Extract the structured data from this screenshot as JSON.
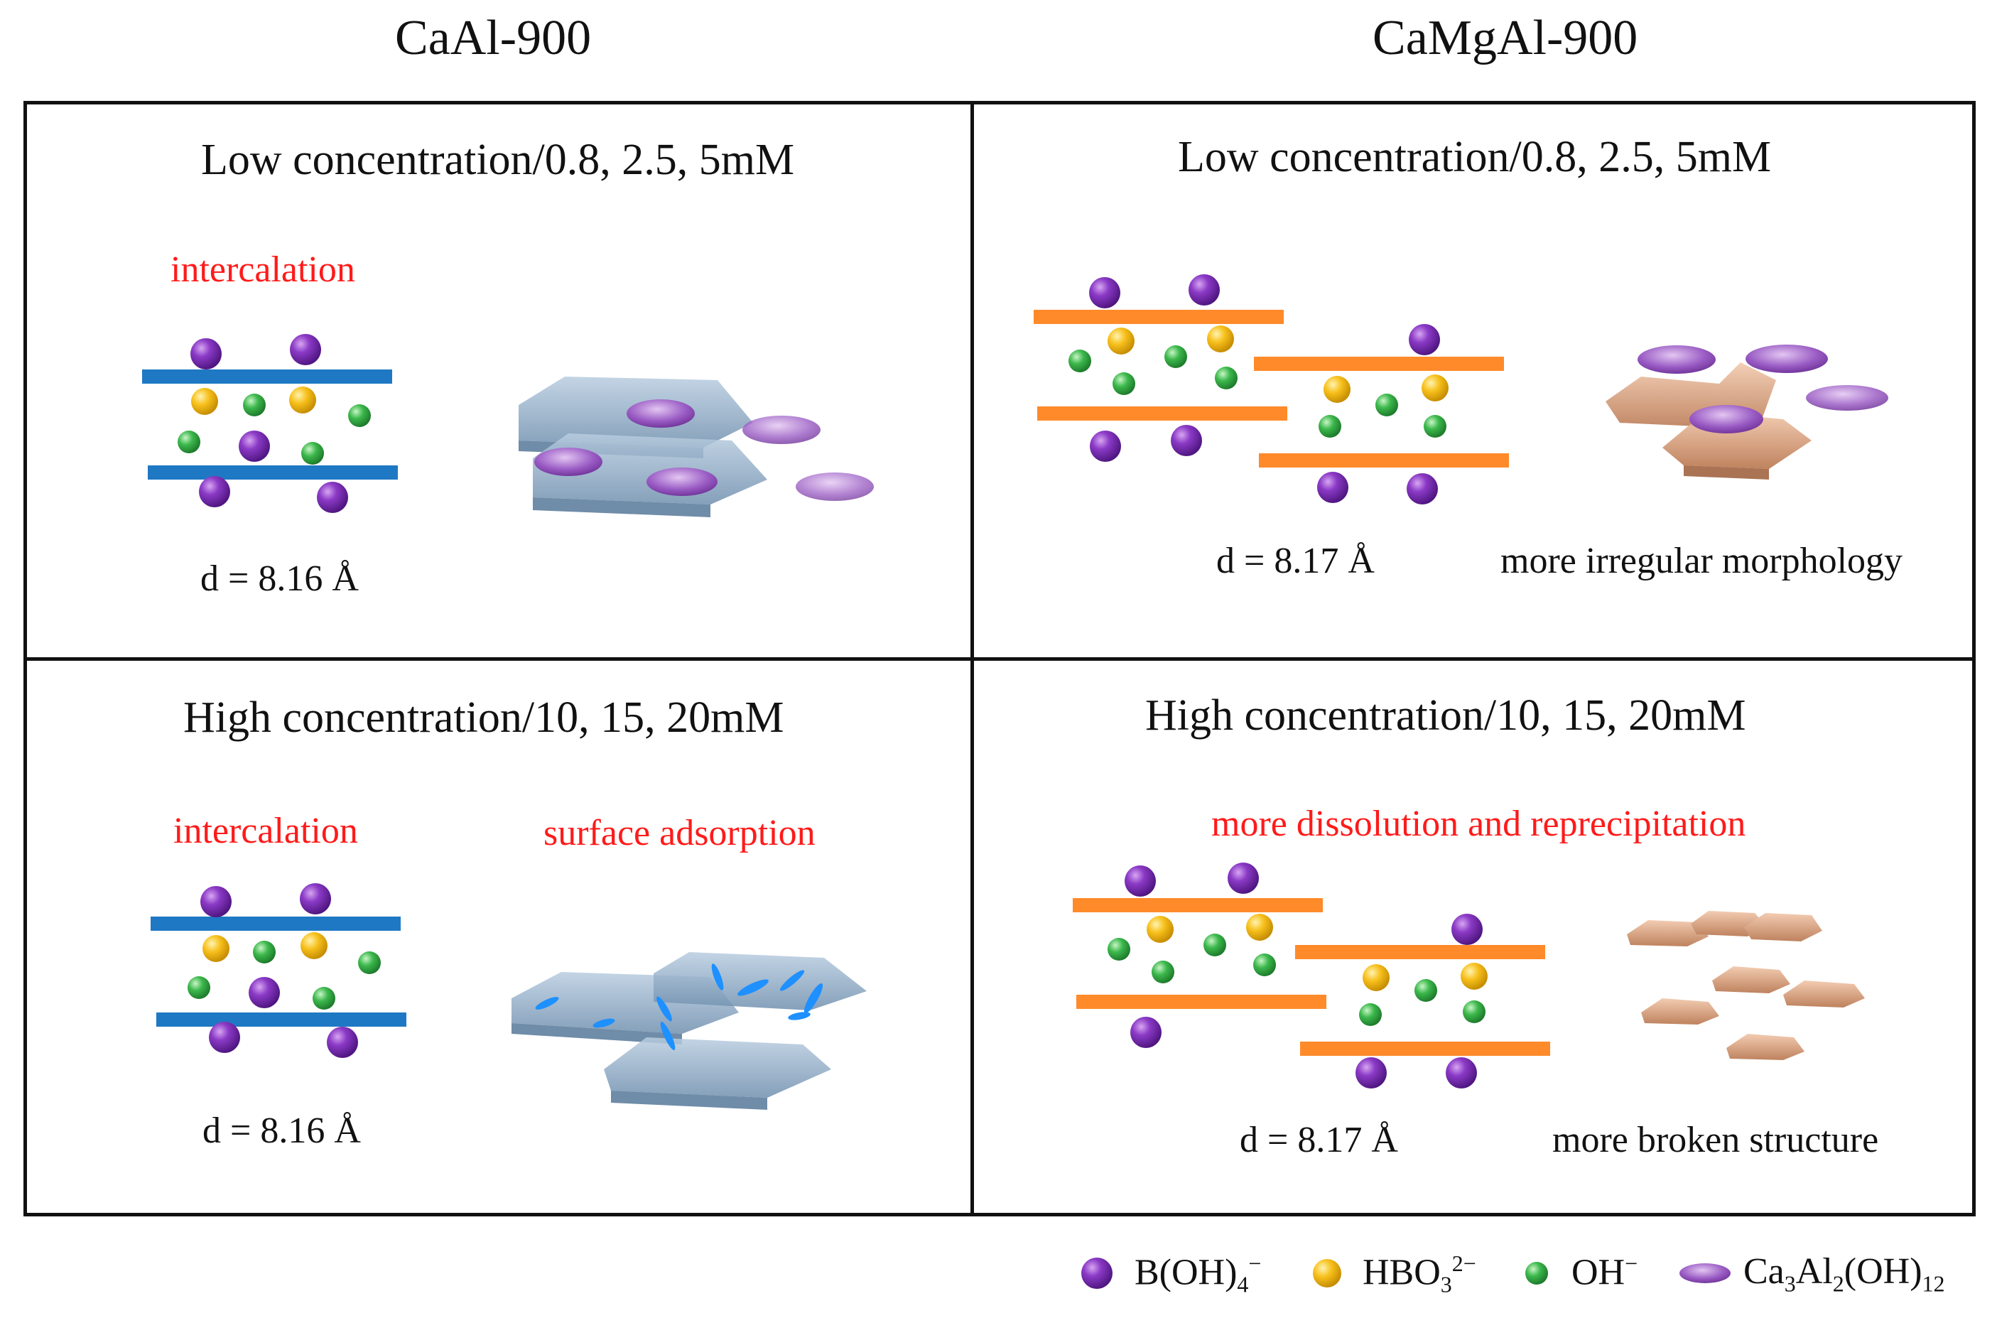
{
  "columns": {
    "left_title": "CaAl-900",
    "right_title": "CaMgAl-900"
  },
  "panels": {
    "top_left": {
      "heading": "Low concentration/0.8,  2.5, 5mM",
      "red_label": "intercalation",
      "d_spacing": "d = 8.16 Å"
    },
    "top_right": {
      "heading": "Low concentration/0.8,  2.5, 5mM",
      "d_spacing": "d = 8.17 Å",
      "note": "more irregular  morphology"
    },
    "bottom_left": {
      "heading": "High concentration/10,  15, 20mM",
      "red_label_1": "intercalation",
      "red_label_2": "surface  adsorption",
      "d_spacing": "d = 8.16 Å"
    },
    "bottom_right": {
      "heading": "High concentration/10,  15, 20mM",
      "red_label": "more  dissolution  and  reprecipitation",
      "d_spacing": "d = 8.17 Å",
      "note": "more broken structure"
    }
  },
  "legend": {
    "b_oh4": {
      "base": "B(OH)",
      "sub": "4",
      "sup": "−"
    },
    "hbo3": {
      "base": "HBO",
      "sub": "3",
      "sup": "2−"
    },
    "oh": {
      "base": "OH",
      "sup": "−"
    },
    "caal": {
      "p1": "Ca",
      "s1": "3",
      "p2": "Al",
      "s2": "2",
      "p3": "(OH)",
      "s3": "12"
    }
  },
  "colors": {
    "purple": "#7a2fb0",
    "yellow": "#f7c01c",
    "green": "#39b64a",
    "blue_layer": "#1f78c4",
    "orange_layer": "#ff8a2a",
    "red_text": "#ff1a1a",
    "platelet": "#8fa9c4",
    "brown_platelet": "#c78a66",
    "disc": "#b07ad0"
  }
}
